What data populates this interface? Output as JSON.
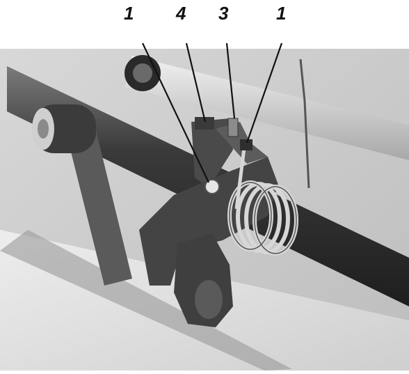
{
  "figure": {
    "callouts": [
      {
        "id": "callout-1-left",
        "label": "1"
      },
      {
        "id": "callout-4",
        "label": "4"
      },
      {
        "id": "callout-3",
        "label": "3"
      },
      {
        "id": "callout-1-right",
        "label": "1"
      }
    ]
  }
}
